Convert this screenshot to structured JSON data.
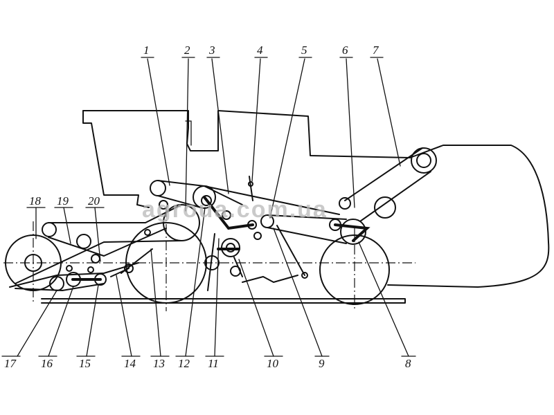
{
  "watermark": "agroua.com.ua",
  "callouts": {
    "top": [
      "1",
      "2",
      "3",
      "4",
      "5",
      "6",
      "7"
    ],
    "left": [
      "18",
      "19",
      "20"
    ],
    "bottom": [
      "17",
      "16",
      "15",
      "14",
      "13",
      "12",
      "11",
      "10",
      "9",
      "8"
    ]
  }
}
